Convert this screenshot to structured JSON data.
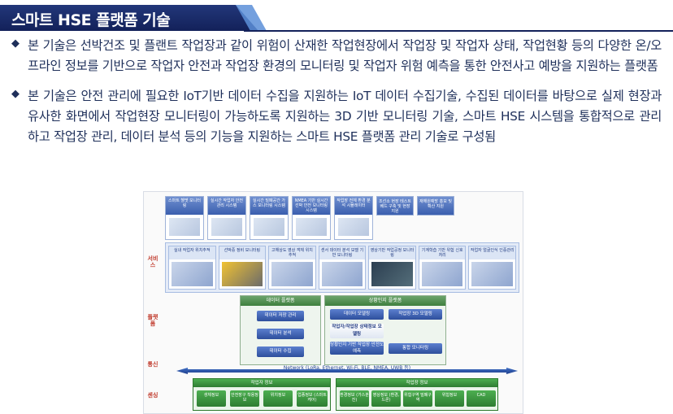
{
  "header": {
    "title": "스마트 HSE 플랫폼 기술"
  },
  "bullets": [
    {
      "mark": "◆",
      "text": "본 기술은 선박건조 및 플랜트 작업장과 같이 위험이 산재한 작업현장에서 작업장 및 작업자 상태, 작업현황 등의 다양한 온/오프라인 정보를 기반으로 작업자 안전과 작업장 환경의 모니터링 및 작업자 위험 예측을 통한 안전사고 예방을 지원하는 플랫폼"
    },
    {
      "mark": "◆",
      "text": "본 기술은  안전 관리에 필요한 IoT기반 데이터 수집을 지원하는 IoT 데이터 수집기술, 수집된 데이터를 바탕으로 실제 현장과 유사한 화면에서 작업현장 모니터링이 가능하도록 지원하는 3D 기반 모니터링 기술, 스마트 HSE 시스템을 통합적으로 관리하고 작업장 관리, 데이터 분석 등의 기능을 지원하는 스마트 HSE 플랫폼 관리 기술로 구성됨"
    }
  ],
  "diagram": {
    "side_labels": [
      "서비스",
      "플랫폼",
      "통신",
      "센싱"
    ],
    "top_boxes": [
      "스마트 헬멧 모니터링",
      "실시간 작업자 안전관리 시스템",
      "실시간 밀폐공간 가스 모니터링 시스템",
      "NMEA 기반 실시간 선박 안전 모니터링 시스템",
      "작업장 전체 환경 분석 시뮬레이터"
    ],
    "top_minis": [
      "조선소 현장 테스트베드 구축 및 현장 지원",
      "재해원예방 홍보 및 확산 지원"
    ],
    "services": [
      "실내 작업자 위치추적",
      "선박중 정비 모니터링",
      "고해상도 영상 객체 위치 추적",
      "센서 데이터 분석 모델 기반 모니터링",
      "영상기반 작업공정 모니터링",
      "기계학습 기반 위험 신호처리",
      "작업자 얼굴인식 인증관리"
    ],
    "data_platform": {
      "title": "데이터 플랫폼",
      "items": [
        "데이터 저장 관리",
        "데이터 분석",
        "데이터 수집"
      ]
    },
    "context_platform": {
      "title": "상황인지 플랫폼",
      "items": [
        "데이터 모델링",
        "작업장 3D 모델링",
        "작업자/작업장 상태정보 모델링",
        "상황인지 기반 작업장 안전도 예측",
        "통합 모니터링"
      ]
    },
    "network": "Network (LoRa, Ethernet, Wi-Fi, BLE, NMEA, UWB 등)",
    "worker_info": {
      "title": "작업자 정보",
      "items": [
        "생체정보",
        "안전장구 착용정보",
        "위치정보",
        "업종정보 (스마트케어)"
      ]
    },
    "site_info": {
      "title": "작업장 정보",
      "items": [
        "환경정보 (가스분진)",
        "영상정보 (환경,드론)",
        "위험구역 밀폐구역",
        "위험정보",
        "CAD"
      ]
    }
  }
}
